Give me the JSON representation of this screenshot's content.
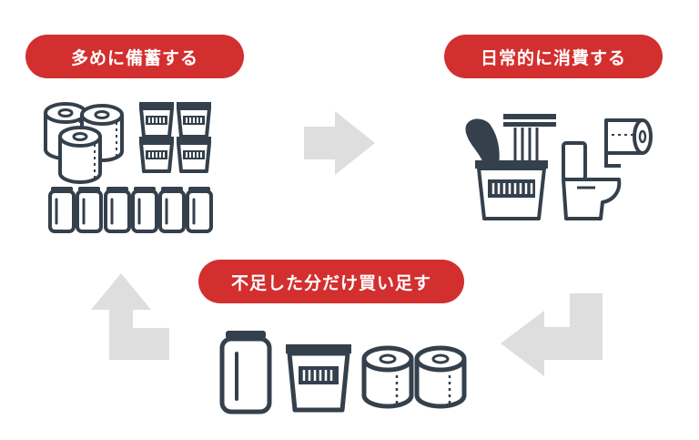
{
  "steps": {
    "stock": "多めに備蓄する",
    "consume": "日常的に消費する",
    "restock": "不足した分だけ買い足す"
  },
  "colors": {
    "accent": "#d32f2f",
    "icon_stroke": "#34404c",
    "arrow": "#dedede"
  },
  "icons": {
    "stock": [
      "toilet-paper-rolls-icon",
      "cup-noodle-stack-icon",
      "canned-drink-row-icon"
    ],
    "consume": [
      "cup-noodle-with-chopsticks-icon",
      "toilet-icon",
      "toilet-paper-holder-icon"
    ],
    "restock": [
      "can-icon",
      "cup-noodle-icon",
      "toilet-paper-pair-icon"
    ],
    "arrows": [
      "arrow-right-icon",
      "arrow-return-left-icon",
      "arrow-up-turn-icon"
    ]
  }
}
